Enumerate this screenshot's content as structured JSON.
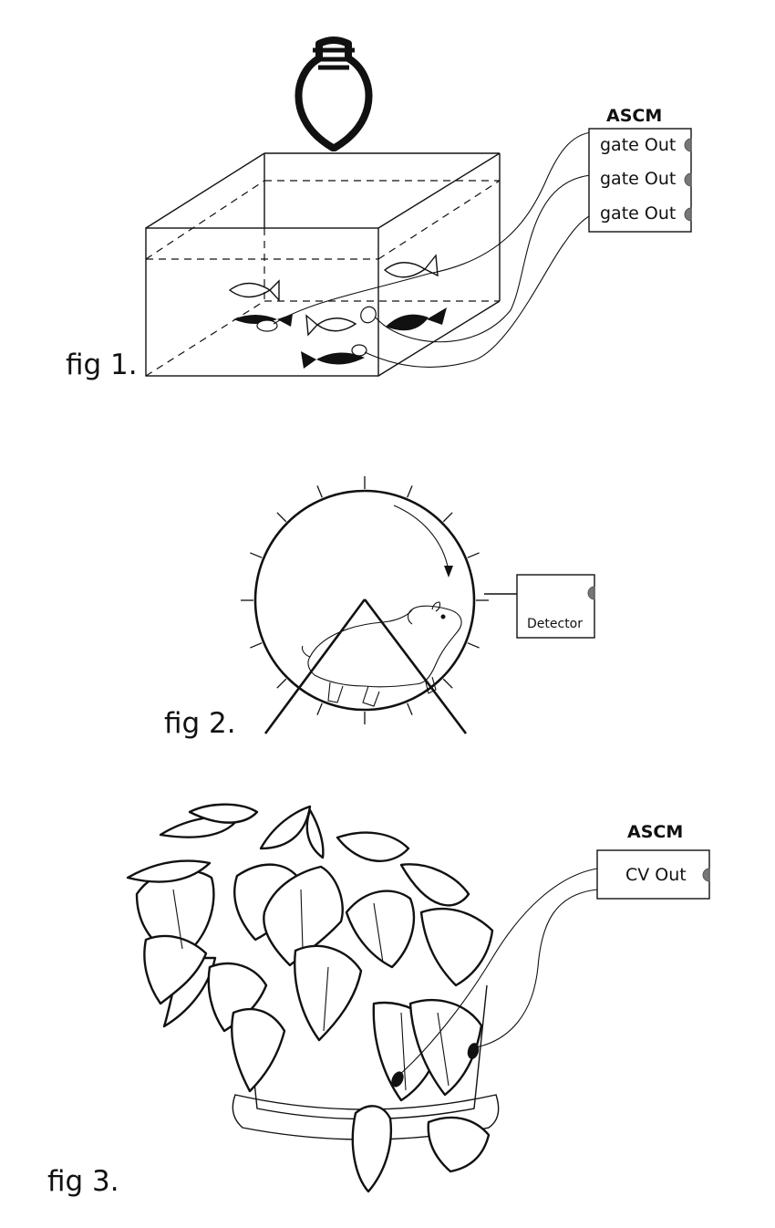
{
  "figures": {
    "fig1": {
      "label": "fig 1.",
      "module": {
        "title": "ASCM",
        "outputs": [
          "gate Out",
          "gate Out",
          "gate Out"
        ],
        "output_icon": "jack-icon"
      },
      "scene": "lamp-over-fish-tank"
    },
    "fig2": {
      "label": "fig 2.",
      "detector": {
        "label": "Detector",
        "output_icon": "jack-icon"
      },
      "scene": "hamster-running-wheel"
    },
    "fig3": {
      "label": "fig 3.",
      "module": {
        "title": "ASCM",
        "outputs": [
          "CV Out"
        ],
        "output_icon": "jack-icon"
      },
      "scene": "potted-plant-with-leaf-sensors"
    }
  },
  "colors": {
    "ink": "#111111",
    "jack": "#777777",
    "background": "#ffffff"
  }
}
